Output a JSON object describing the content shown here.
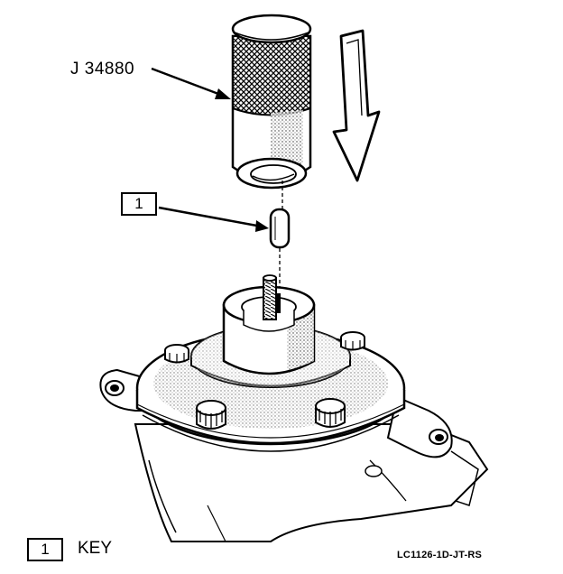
{
  "labels": {
    "tool_number": "J 34880",
    "callout_number": "1"
  },
  "legend": {
    "number": "1",
    "text": "KEY"
  },
  "figure_id": "LC1126-1D-JT-RS",
  "colors": {
    "ink": "#000000",
    "paper": "#ffffff"
  }
}
